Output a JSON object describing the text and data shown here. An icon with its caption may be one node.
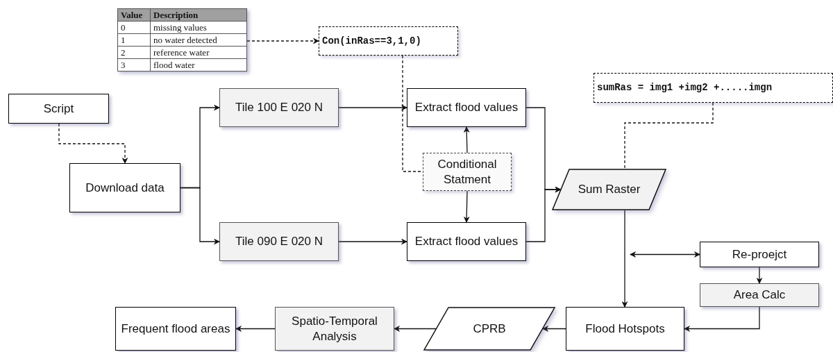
{
  "diagram": {
    "nodes": [
      {
        "text": [
          "Value",
          "Description",
          "0",
          "missing values",
          "1",
          "no water detected",
          "2",
          "reference water",
          "3",
          "flood water"
        ]
      },
      {
        "text": [
          "Con(inRas==3,1,0)"
        ]
      },
      {
        "text": [
          "Script"
        ]
      },
      {
        "text": [
          "Download data"
        ]
      },
      {
        "text": [
          "Tile 100 E 020 N"
        ]
      },
      {
        "text": [
          "Tile 090 E 020 N"
        ]
      },
      {
        "text": [
          "Extract flood values"
        ]
      },
      {
        "text": [
          "Conditional Statment"
        ]
      },
      {
        "text": [
          "Extract flood values"
        ]
      },
      {
        "text": [
          "sumRas = img1 +img2 +.....imgn"
        ]
      },
      {
        "text": [
          "Sum Raster"
        ]
      },
      {
        "text": [
          "Re-proejct"
        ]
      },
      {
        "text": [
          "Area Calc"
        ]
      },
      {
        "text": [
          "Frequent flood areas"
        ]
      },
      {
        "text": [
          "Spatio-Temporal Analysis"
        ]
      },
      {
        "text": [
          "CPRB"
        ]
      },
      {
        "text": [
          "Flood Hotspots"
        ]
      }
    ],
    "edges": [
      {
        "from": 0,
        "to": 1,
        "arrow": "to",
        "style": "dashed"
      },
      {
        "from": 2,
        "to": 3,
        "arrow": "to",
        "style": "dashed"
      },
      {
        "from": 3,
        "to": 4,
        "arrow": "to"
      },
      {
        "from": 3,
        "to": 5,
        "arrow": "to"
      },
      {
        "from": 4,
        "to": 6,
        "arrow": "to"
      },
      {
        "from": 5,
        "to": 8,
        "arrow": "to"
      },
      {
        "from": 7,
        "to": 6,
        "arrow": "to"
      },
      {
        "from": 7,
        "to": 8,
        "arrow": "to"
      },
      {
        "from": 1,
        "to": 7,
        "arrow": "none",
        "style": "dashed"
      },
      {
        "from": 6,
        "to": 10,
        "arrow": "to"
      },
      {
        "from": 8,
        "to": 10,
        "arrow": "to"
      },
      {
        "from": 9,
        "to": 10,
        "arrow": "none",
        "style": "dashed"
      },
      {
        "from": 10,
        "to": 16,
        "arrow": "to"
      },
      {
        "from": null,
        "to": 11,
        "arrow": "both"
      },
      {
        "from": 11,
        "to": 12,
        "arrow": "to"
      },
      {
        "from": 12,
        "to": 16,
        "arrow": "to"
      },
      {
        "from": 16,
        "to": 15,
        "arrow": "to"
      },
      {
        "from": 15,
        "to": 14,
        "arrow": "to"
      },
      {
        "from": 14,
        "to": 13,
        "arrow": "to"
      }
    ]
  }
}
